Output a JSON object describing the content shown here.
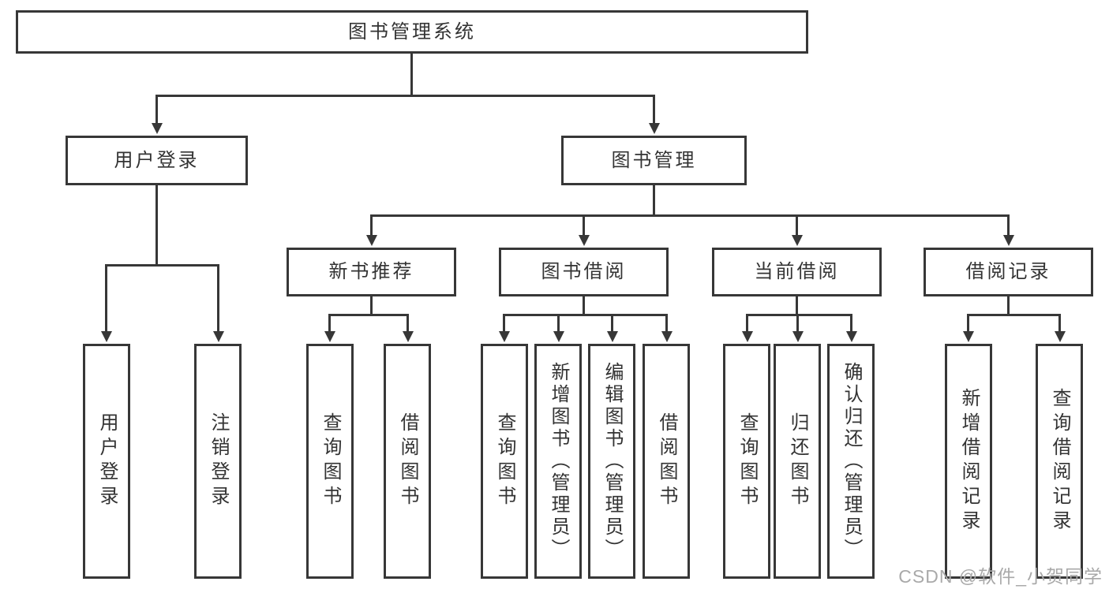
{
  "diagram": {
    "root": {
      "label": "图书管理系统"
    },
    "branches": [
      {
        "label": "用户登录",
        "children": [
          {
            "label": "用户登录"
          },
          {
            "label": "注销登录"
          }
        ]
      },
      {
        "label": "图书管理",
        "children": [
          {
            "label": "新书推荐",
            "children": [
              {
                "label": "查询图书"
              },
              {
                "label": "借阅图书"
              }
            ]
          },
          {
            "label": "图书借阅",
            "children": [
              {
                "label": "查询图书"
              },
              {
                "label": "新增图书（管理员）"
              },
              {
                "label": "编辑图书（管理员）"
              },
              {
                "label": "借阅图书"
              }
            ]
          },
          {
            "label": "当前借阅",
            "children": [
              {
                "label": "查询图书"
              },
              {
                "label": "归还图书"
              },
              {
                "label": "确认归还（管理员）"
              }
            ]
          },
          {
            "label": "借阅记录",
            "children": [
              {
                "label": "新增借阅记录"
              },
              {
                "label": "查询借阅记录"
              }
            ]
          }
        ]
      }
    ]
  },
  "watermark": {
    "text": "CSDN @软件_小贺同学"
  },
  "colors": {
    "line": "#373737",
    "text": "#333333",
    "watermark": "#a9a9a9",
    "background": "#ffffff"
  }
}
